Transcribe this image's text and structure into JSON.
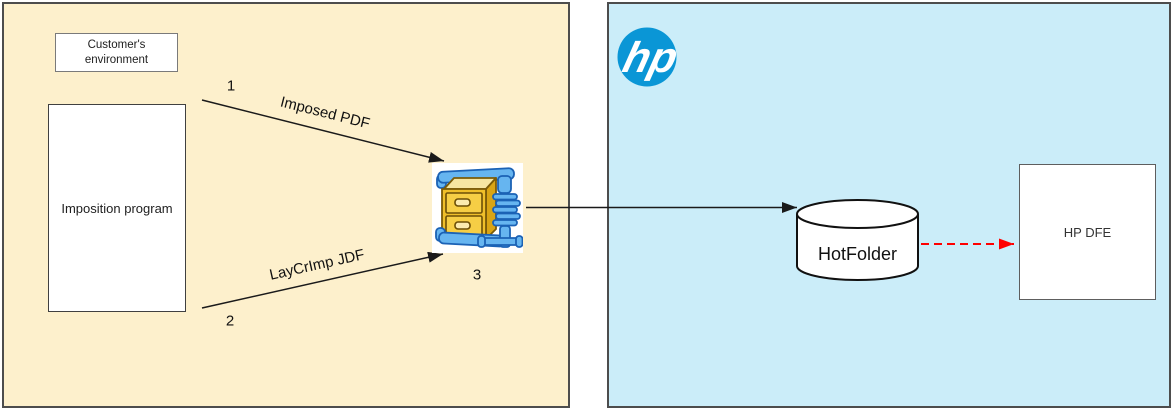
{
  "panels": {
    "customer": {
      "env_box_line1": "Customer's",
      "env_box_line2": "environment",
      "imposition_label": "Imposition program",
      "flow1": {
        "step": "1",
        "label": "Imposed PDF"
      },
      "flow2": {
        "step": "2",
        "label": "LayCrImp JDF"
      },
      "zip_step": "3"
    },
    "hp": {
      "logo_text": "hp",
      "hotfolder_label": "HotFolder",
      "dfe_label": "HP DFE"
    }
  },
  "icons": {
    "zip": "winzip-compress-icon",
    "logo": "hp-logo",
    "hotfolder": "database-cylinder-shape"
  },
  "colors": {
    "customer_panel_bg": "#FDF0CC",
    "hp_panel_bg": "#CBEDF9",
    "panel_border": "#4D4D4D",
    "hp_logo_blue": "#0A96D6",
    "dashed_arrow_red": "#FF0000",
    "connector_black": "#1A1A1A"
  }
}
